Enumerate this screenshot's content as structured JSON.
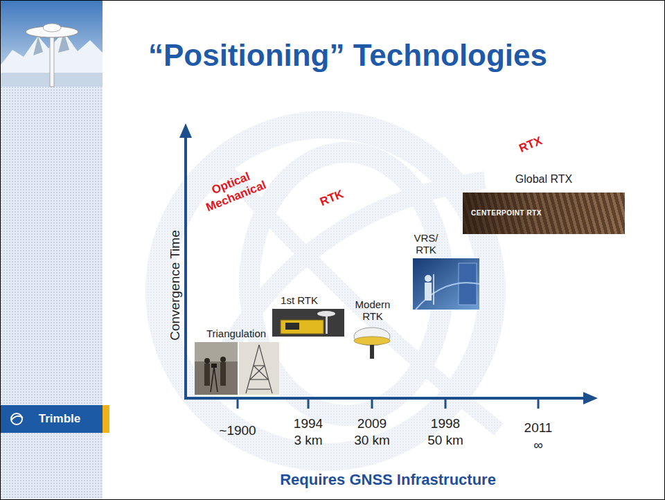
{
  "diagram": {
    "title": "“Positioning” Technologies",
    "nodes": [
      {
        "text": [
          "Global RTX",
          "CENTERPOINT RTX"
        ]
      }
    ],
    "labels": [
      "Optical Mechanical",
      "RTX",
      "RTK",
      "Convergence Time",
      "VRS/ RTK",
      "1st RTK",
      "Modern RTK",
      "Triangulation",
      "~1900",
      "1994",
      "3 km",
      "2009",
      "30 km",
      "1998",
      "50 km",
      "2011",
      "∞",
      "Requires GNSS Infrastructure",
      "Trimble"
    ]
  }
}
